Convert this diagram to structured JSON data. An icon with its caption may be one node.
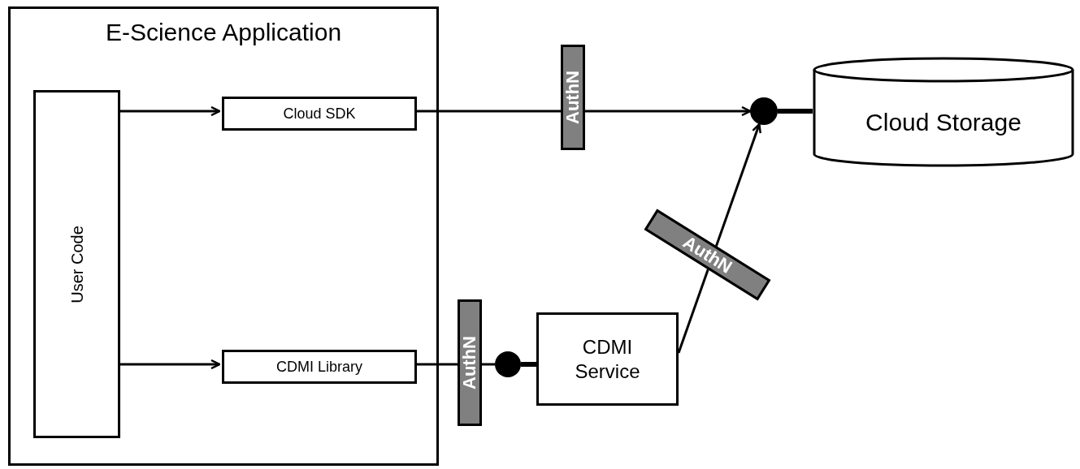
{
  "diagram": {
    "nodes": [
      {
        "text": [
          "E-Science Application"
        ]
      },
      {
        "text": [
          "User Code"
        ],
        "in": 0
      },
      {
        "text": [
          "Cloud SDK"
        ],
        "in": 0
      },
      {
        "text": [
          "CDMI Library"
        ],
        "in": 0
      },
      {
        "text": [
          "Cloud Storage"
        ]
      },
      {
        "text": [
          "CDMI Service"
        ]
      },
      {
        "text": [],
        "shape": "circle"
      },
      {
        "text": [],
        "shape": "circle"
      }
    ],
    "edges": [
      {
        "from": 1,
        "to": 2,
        "arrow": "to"
      },
      {
        "from": 1,
        "to": 3,
        "arrow": "to"
      },
      {
        "from": 2,
        "to": 6,
        "arrow": "to",
        "label": "AuthN"
      },
      {
        "from": 3,
        "to": 7,
        "arrow": "none",
        "label": "AuthN"
      },
      {
        "from": 5,
        "to": 6,
        "arrow": "to",
        "label": "AuthN"
      },
      {
        "from": 6,
        "to": 4,
        "arrow": "none",
        "style": "thick"
      },
      {
        "from": 7,
        "to": 5,
        "arrow": "none",
        "style": "thick"
      }
    ]
  }
}
